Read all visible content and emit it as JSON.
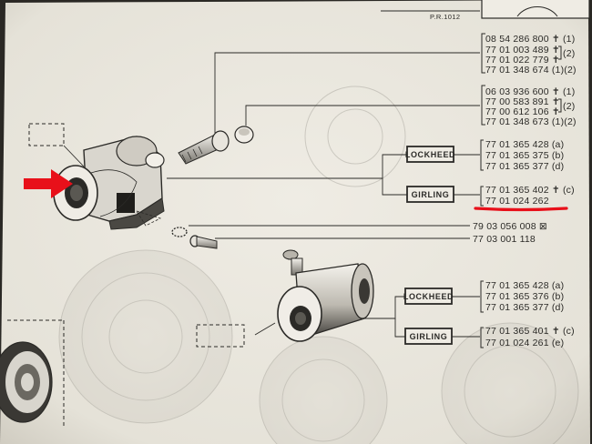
{
  "doc": {
    "page_ref": "P.R.1012",
    "marked_part": "77 01 365 402",
    "highlight_color": "#e8101a",
    "paper_color": "#e9e6dd",
    "ink_color": "#2b2a27"
  },
  "group1": {
    "rows": [
      "08 54 286 800 ✝ (1)",
      "77 01 003 489 ✝",
      "77 01 022 779 ✝",
      "77 01 348 674 (1)(2)"
    ],
    "bracket_suffix": "(2)"
  },
  "group2": {
    "rows": [
      "06 03 936 600 ✝ (1)",
      "77 00 583 891 ✝",
      "77 00 612 106 ✝",
      "77 01 348 673 (1)(2)"
    ],
    "bracket_suffix": "(2)"
  },
  "upper_cylinder": {
    "lockheed": {
      "label": "LOCKHEED",
      "rows": [
        "77 01 365 428 (a)",
        "77 01 365 375 (b)",
        "77 01 365 377 (d)"
      ]
    },
    "girling": {
      "label": "GIRLING",
      "rows": [
        "77 01 365 402 ✝ (c)",
        "77 01 024 262"
      ]
    }
  },
  "washer_part": "79 03 056 008 ⊠",
  "bolt_part": "77 03 001 118",
  "lower_cylinder": {
    "lockheed": {
      "label": "LOCKHEED",
      "rows": [
        "77 01 365 428 (a)",
        "77 01 365 376 (b)",
        "77 01 365 377 (d)"
      ]
    },
    "girling": {
      "label": "GIRLING",
      "rows": [
        "77 01 365 401 ✝ (c)",
        "77 01 024 261 (e)"
      ]
    }
  }
}
